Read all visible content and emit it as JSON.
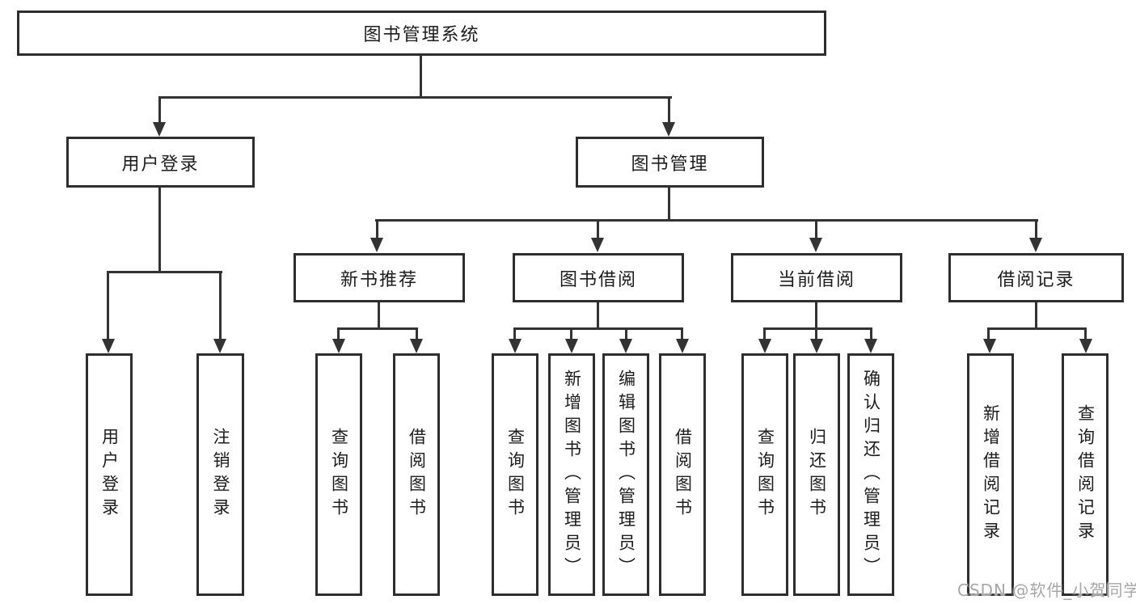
{
  "diagram_title": "图书管理系统",
  "nodes": {
    "root": "图书管理系统",
    "user_login": "用户登录",
    "book_management": "图书管理",
    "new_book_recommend": "新书推荐",
    "book_borrow": "图书借阅",
    "current_borrow": "当前借阅",
    "borrow_records": "借阅记录",
    "leaf_user_login": "用户登录",
    "leaf_logout": "注销登录",
    "leaf_query_books_a": "查询图书",
    "leaf_borrow_books_a": "借阅图书",
    "leaf_query_books_b": "查询图书",
    "leaf_add_books_admin": "新增图书（管理员）",
    "leaf_edit_books_admin": "编辑图书（管理员）",
    "leaf_borrow_books_b": "借阅图书",
    "leaf_query_books_c": "查询图书",
    "leaf_return_books": "归还图书",
    "leaf_confirm_return_admin": "确认归还（管理员）",
    "leaf_add_borrow_record": "新增借阅记录",
    "leaf_query_borrow_record": "查询借阅记录"
  },
  "hierarchy": {
    "label": "图书管理系统",
    "children": [
      {
        "label": "用户登录",
        "children": [
          {
            "label": "用户登录"
          },
          {
            "label": "注销登录"
          }
        ]
      },
      {
        "label": "图书管理",
        "children": [
          {
            "label": "新书推荐",
            "children": [
              {
                "label": "查询图书"
              },
              {
                "label": "借阅图书"
              }
            ]
          },
          {
            "label": "图书借阅",
            "children": [
              {
                "label": "查询图书"
              },
              {
                "label": "新增图书（管理员）"
              },
              {
                "label": "编辑图书（管理员）"
              },
              {
                "label": "借阅图书"
              }
            ]
          },
          {
            "label": "当前借阅",
            "children": [
              {
                "label": "查询图书"
              },
              {
                "label": "归还图书"
              },
              {
                "label": "确认归还（管理员）"
              }
            ]
          },
          {
            "label": "借阅记录",
            "children": [
              {
                "label": "新增借阅记录"
              },
              {
                "label": "查询借阅记录"
              }
            ]
          }
        ]
      }
    ]
  },
  "watermark": "CSDN @软件_小贺同学",
  "colors": {
    "line": "#333333",
    "box_border": "#2e2e2e",
    "text": "#1c1c1c",
    "watermark_text": "#a7a7a7",
    "background": "#ffffff"
  }
}
